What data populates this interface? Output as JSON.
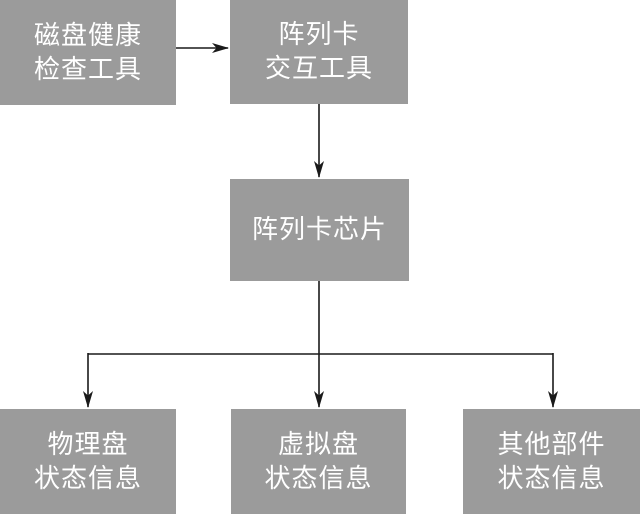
{
  "diagram": {
    "type": "flowchart",
    "boxes": {
      "disk_health_tool": {
        "line1": "磁盘健康",
        "line2": "检查工具"
      },
      "raid_interact_tool": {
        "line1": "阵列卡",
        "line2": "交互工具"
      },
      "raid_chip": {
        "line1": "阵列卡芯片"
      },
      "physical_disk_status": {
        "line1": "物理盘",
        "line2": "状态信息"
      },
      "virtual_disk_status": {
        "line1": "虚拟盘",
        "line2": "状态信息"
      },
      "other_parts_status": {
        "line1": "其他部件",
        "line2": "状态信息"
      }
    },
    "edges": [
      {
        "from": "disk_health_tool",
        "to": "raid_interact_tool"
      },
      {
        "from": "raid_interact_tool",
        "to": "raid_chip"
      },
      {
        "from": "raid_chip",
        "to": "physical_disk_status"
      },
      {
        "from": "raid_chip",
        "to": "virtual_disk_status"
      },
      {
        "from": "raid_chip",
        "to": "other_parts_status"
      }
    ],
    "colors": {
      "box_fill": "#9b9b9b",
      "box_text": "#ffffff",
      "connector": "#1a1a1a",
      "background": "#ffffff"
    }
  }
}
